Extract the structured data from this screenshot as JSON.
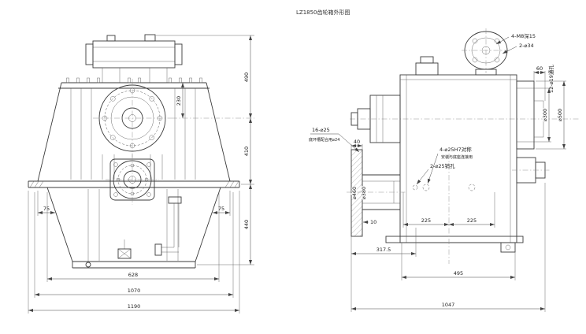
{
  "title": "LZ1850齿轮箱外形图",
  "front_view": {
    "dims": {
      "v490": "490",
      "v230": "230",
      "v410": "410",
      "v440": "440",
      "left75": "75",
      "right75": "75",
      "w628": "628",
      "w1070": "1070",
      "w1190": "1190"
    }
  },
  "side_view": {
    "callouts": {
      "pump_tap": "4-M8深15",
      "pump_holes": "2-⌀34",
      "flange_holes": "12-⌀19通孔",
      "flange_od": "⌀500",
      "flange_pcd": "⌀300",
      "offset60": "60",
      "input_bolts": "16-⌀25",
      "input_bolts_note": "底环槽配合用⌀24",
      "dowel": "4-⌀25H7对称",
      "dowel_note": "安装与底座连接用",
      "pin_holes": "2-⌀25销孔",
      "bracket_od": "⌀460",
      "bracket_id": "⌀380",
      "bracket_w": "40",
      "bracket_t": "10"
    },
    "dims": {
      "c225a": "225",
      "c225b": "225",
      "w3175": "317.5",
      "w495": "495",
      "w1047": "1047"
    }
  }
}
